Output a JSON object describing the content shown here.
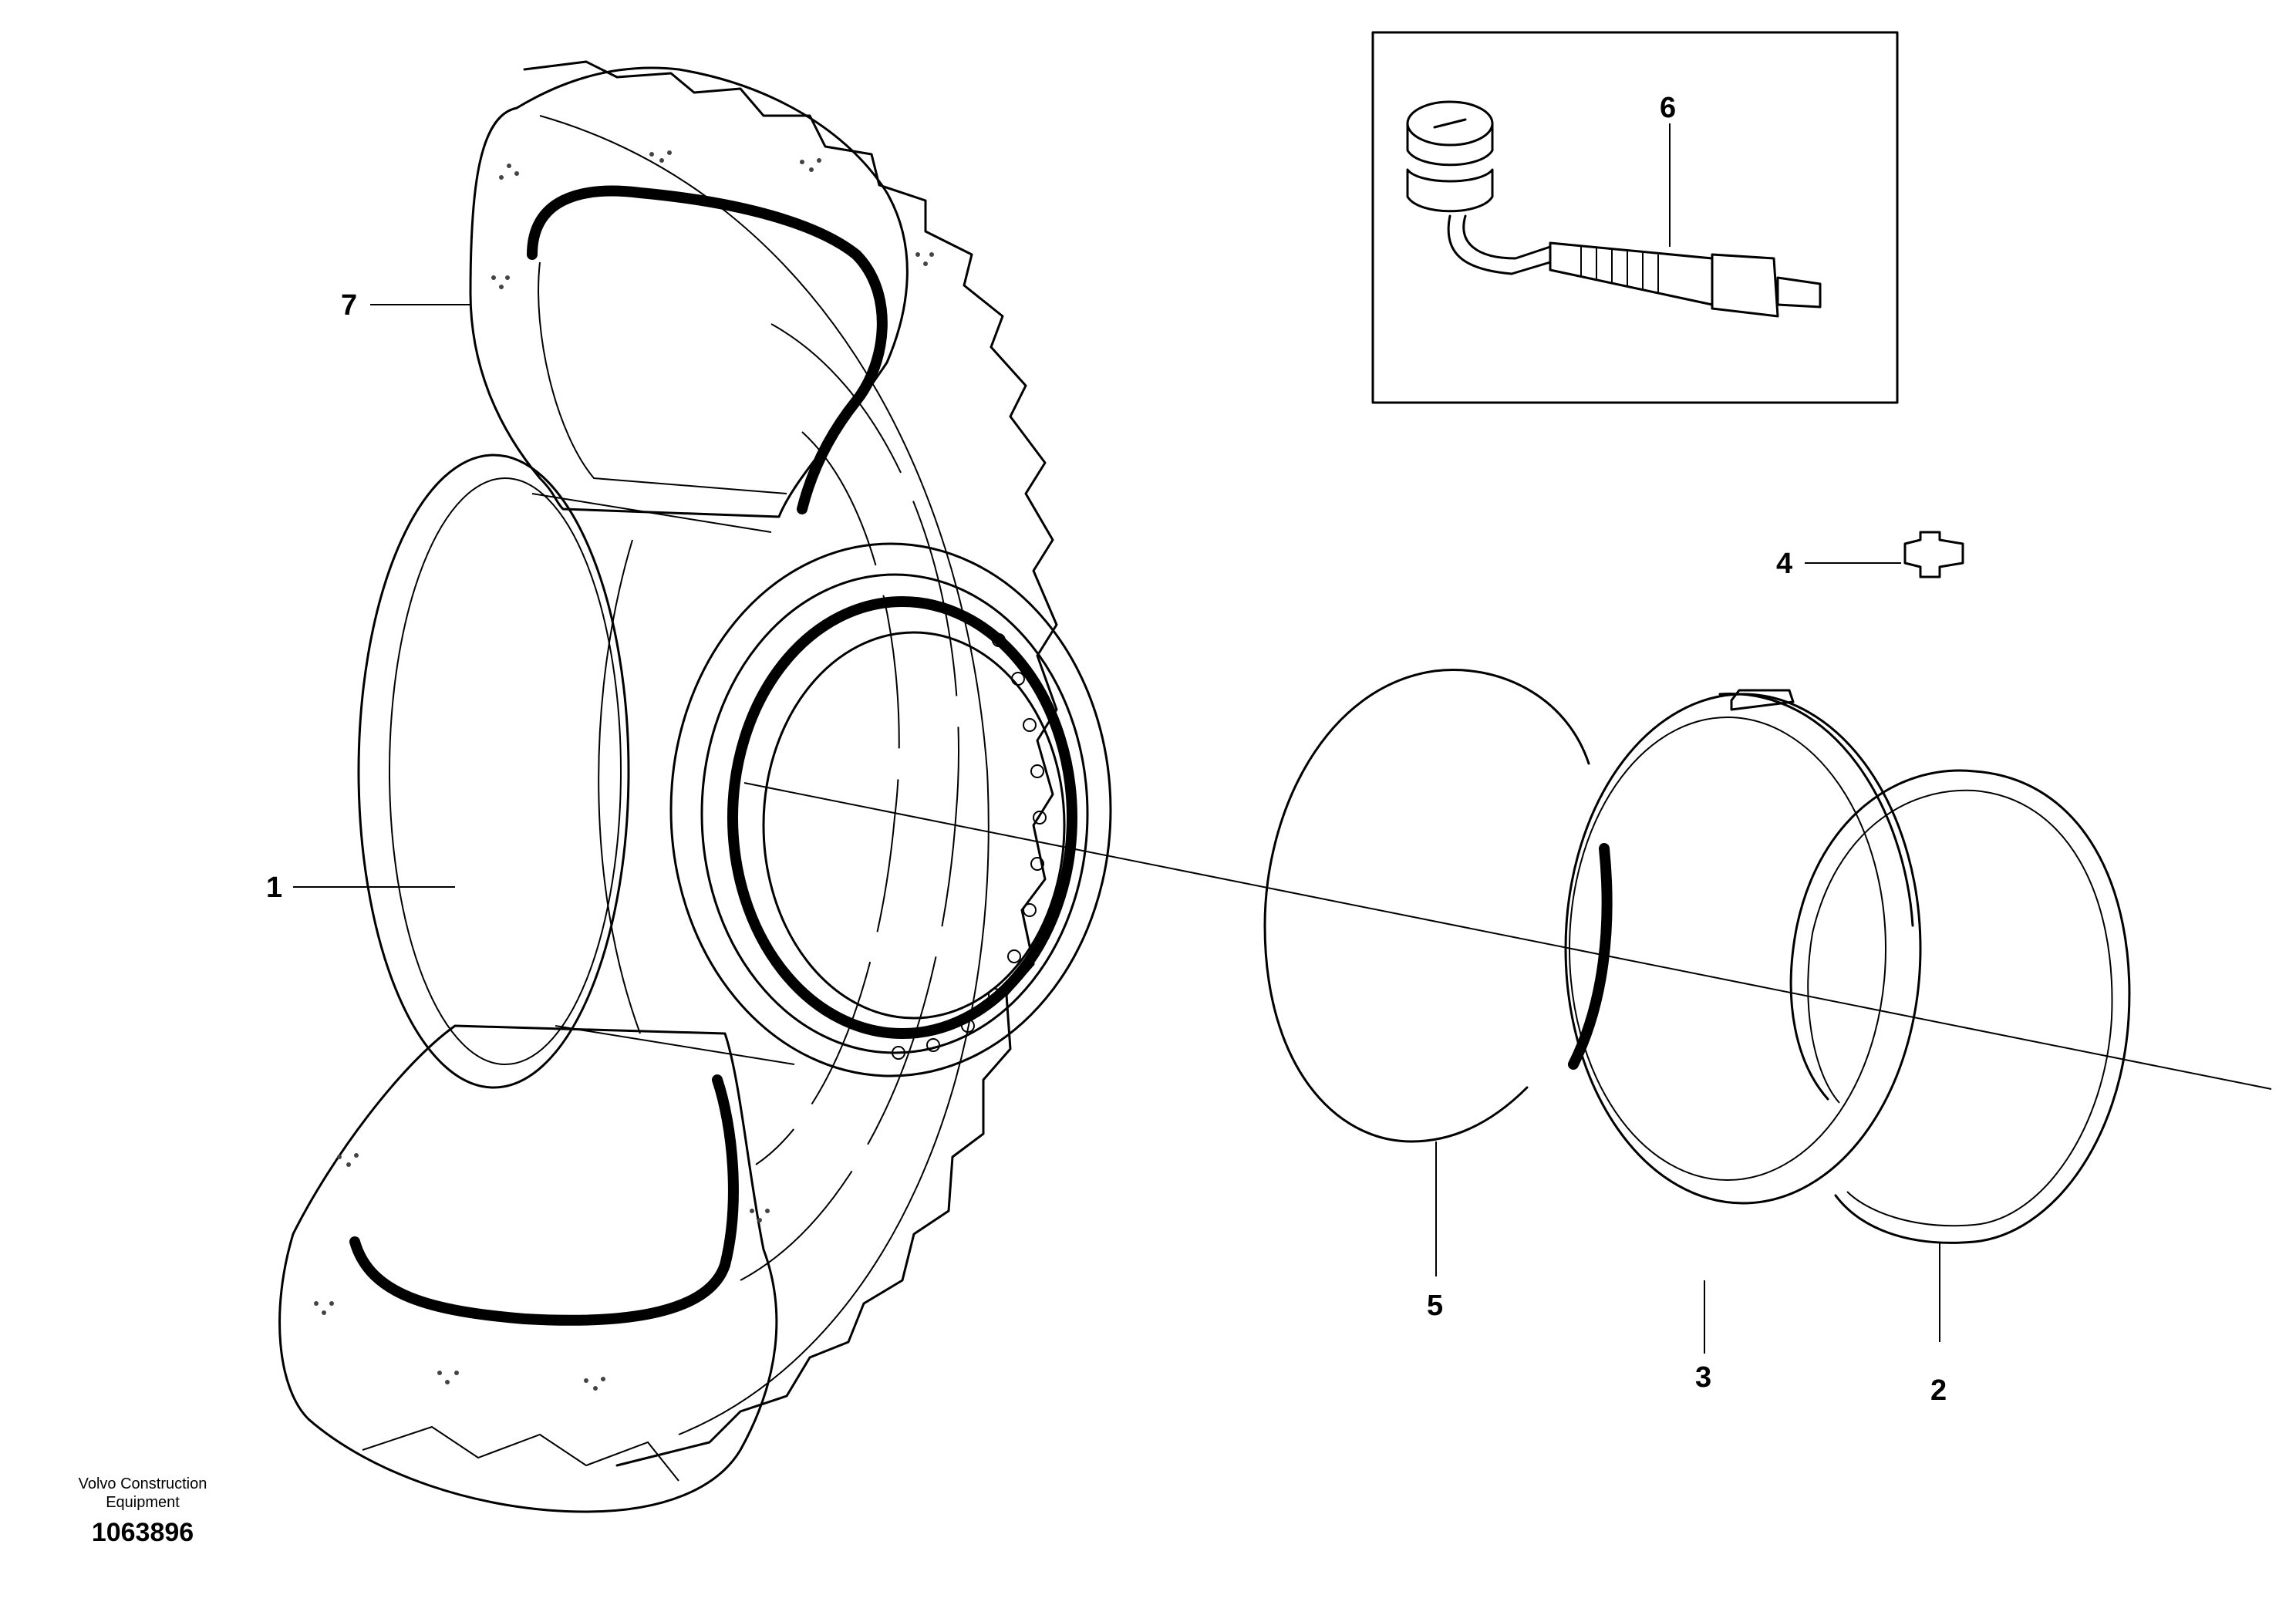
{
  "callouts": [
    {
      "id": "1",
      "label": "1",
      "part": "rim"
    },
    {
      "id": "2",
      "label": "2",
      "part": "lock-ring"
    },
    {
      "id": "3",
      "label": "3",
      "part": "flange-ring"
    },
    {
      "id": "4",
      "label": "4",
      "part": "lock-key"
    },
    {
      "id": "5",
      "label": "5",
      "part": "o-ring"
    },
    {
      "id": "6",
      "label": "6",
      "part": "valve"
    },
    {
      "id": "7",
      "label": "7",
      "part": "tire"
    }
  ],
  "footer": {
    "caption_line1": "Volvo Construction",
    "caption_line2": "Equipment",
    "document_number": "1063896"
  }
}
